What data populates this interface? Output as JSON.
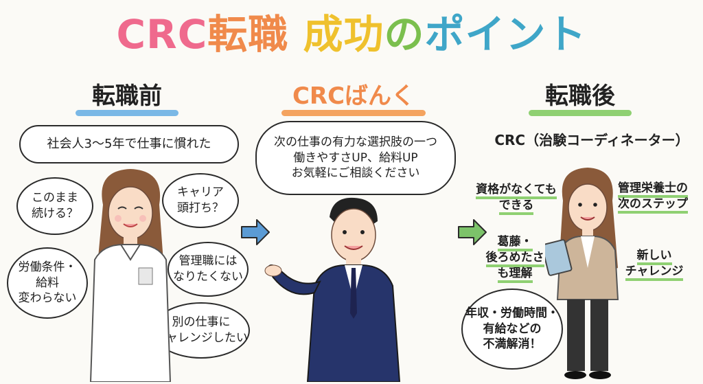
{
  "title": {
    "part1": "CRC",
    "part2": "転職",
    "part3": "成功",
    "part4": "の",
    "part5": "ポイント"
  },
  "before": {
    "heading": "転職前",
    "main_bubble": "社会人3〜5年で仕事に慣れた",
    "thoughts": [
      "このまま\n続ける？",
      "キャリア\n頭打ち？",
      "労働条件・\n給料\n変わらない",
      "管理職には\nなりたくない",
      "別の仕事に\nチャレンジしたい"
    ]
  },
  "middle": {
    "heading": "CRCばんく",
    "speech": "次の仕事の有力な選択肢の一つ\n働きやすさUP、給料UP\nお気軽にご相談ください"
  },
  "after": {
    "heading": "転職後",
    "role": "CRC（治験コーディネーター）",
    "points": [
      "資格がなくても\nできる",
      "管理栄養士の\n次のステップ",
      "葛藤・\n後ろめたさ\nも理解",
      "新しい\nチャレンジ",
      "年収・労働時間・\n有給などの\n不満解消！"
    ]
  },
  "colors": {
    "pink": "#ef6a8d",
    "orange": "#f08a4b",
    "yellow": "#efc12d",
    "green": "#7bbf4e",
    "blue": "#3fa6c8",
    "arrow_blue": "#5b9bd5",
    "arrow_green": "#7cc36a"
  }
}
